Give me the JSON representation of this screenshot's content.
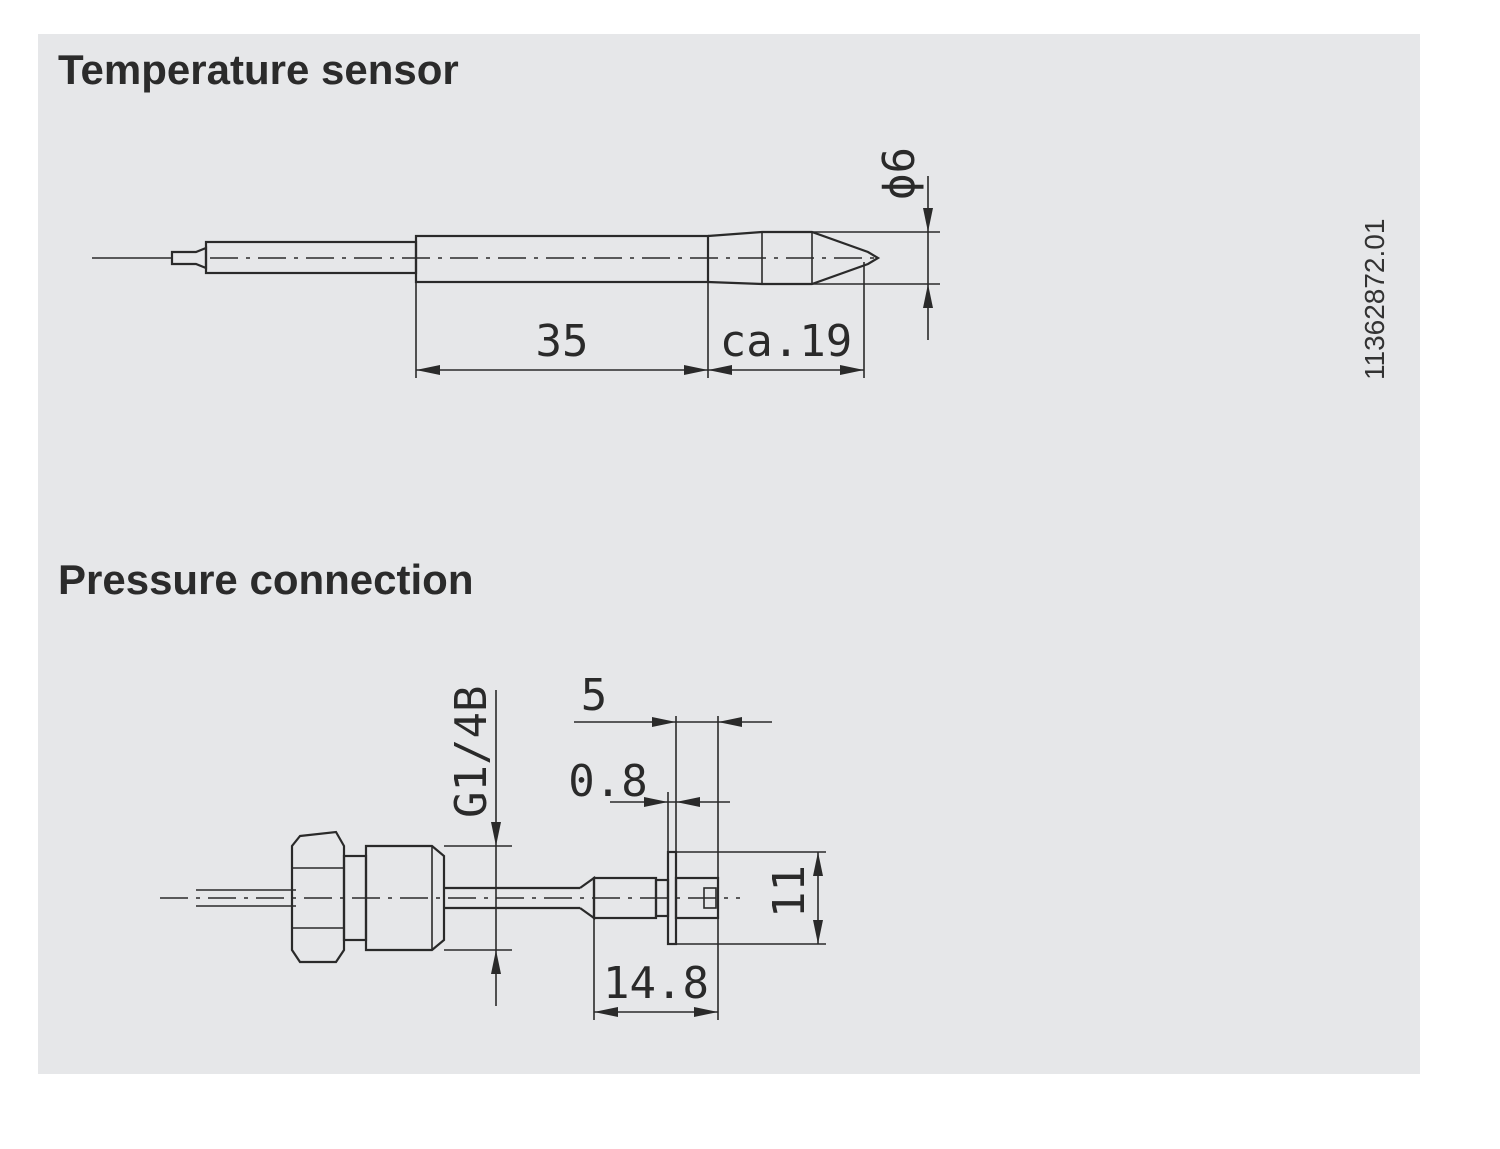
{
  "headings": {
    "temperature_sensor": "Temperature sensor",
    "pressure_connection": "Pressure connection"
  },
  "drawing_code": "11362872.01",
  "temperature_sensor_dims": {
    "length": "35",
    "tip_length": "ca.19",
    "diameter": "ϕ6"
  },
  "pressure_connection_dims": {
    "thread": "G1/4B",
    "length_5": "5",
    "length_0_8": "0.8",
    "height_11": "11",
    "length_14_8": "14.8"
  },
  "colors": {
    "panel_background": "#e6e7e9",
    "line": "#2a2a2a"
  }
}
